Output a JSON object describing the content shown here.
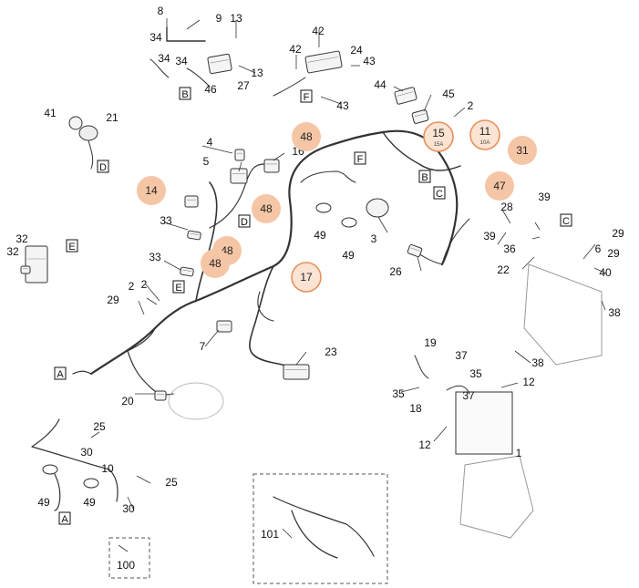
{
  "diagram": {
    "part_numbers": [
      "1",
      "2",
      "3",
      "4",
      "5",
      "6",
      "7",
      "8",
      "9",
      "10",
      "11",
      "12",
      "13",
      "14",
      "15",
      "16",
      "17",
      "18",
      "19",
      "20",
      "21",
      "22",
      "23",
      "24",
      "25",
      "26",
      "27",
      "28",
      "29",
      "30",
      "31",
      "32",
      "33",
      "34",
      "35",
      "36",
      "37",
      "38",
      "39",
      "40",
      "41",
      "42",
      "43",
      "44",
      "45",
      "46",
      "47",
      "48",
      "49",
      "100",
      "101"
    ],
    "connector_letters": [
      "A",
      "B",
      "C",
      "D",
      "E",
      "F"
    ],
    "fuse_ratings": [
      "15A",
      "10A"
    ],
    "highlight_color": "#f5c6a5",
    "highlight_ring_color": "#e8905a",
    "line_color": "#333333"
  }
}
